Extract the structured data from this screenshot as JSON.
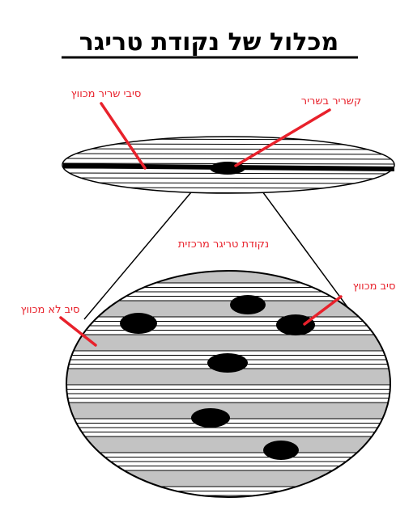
{
  "title": "מכלול של נקודת טריגר",
  "labels": {
    "contracted_fibers": "סיבי שריר מכווץ",
    "muscle_knot": "קשריר בשריר",
    "central_trigger_point": "נקודת טריגר מרכזית",
    "uncontracted_fiber": "סיב לא מכווץ",
    "contracted_fiber": "סיב מכווץ"
  },
  "colors": {
    "label_red": "#e8212b",
    "pointer_red": "#e8212b",
    "stripe_gray": "#c3c3c3",
    "outline": "#000000",
    "nodule": "#000000"
  }
}
